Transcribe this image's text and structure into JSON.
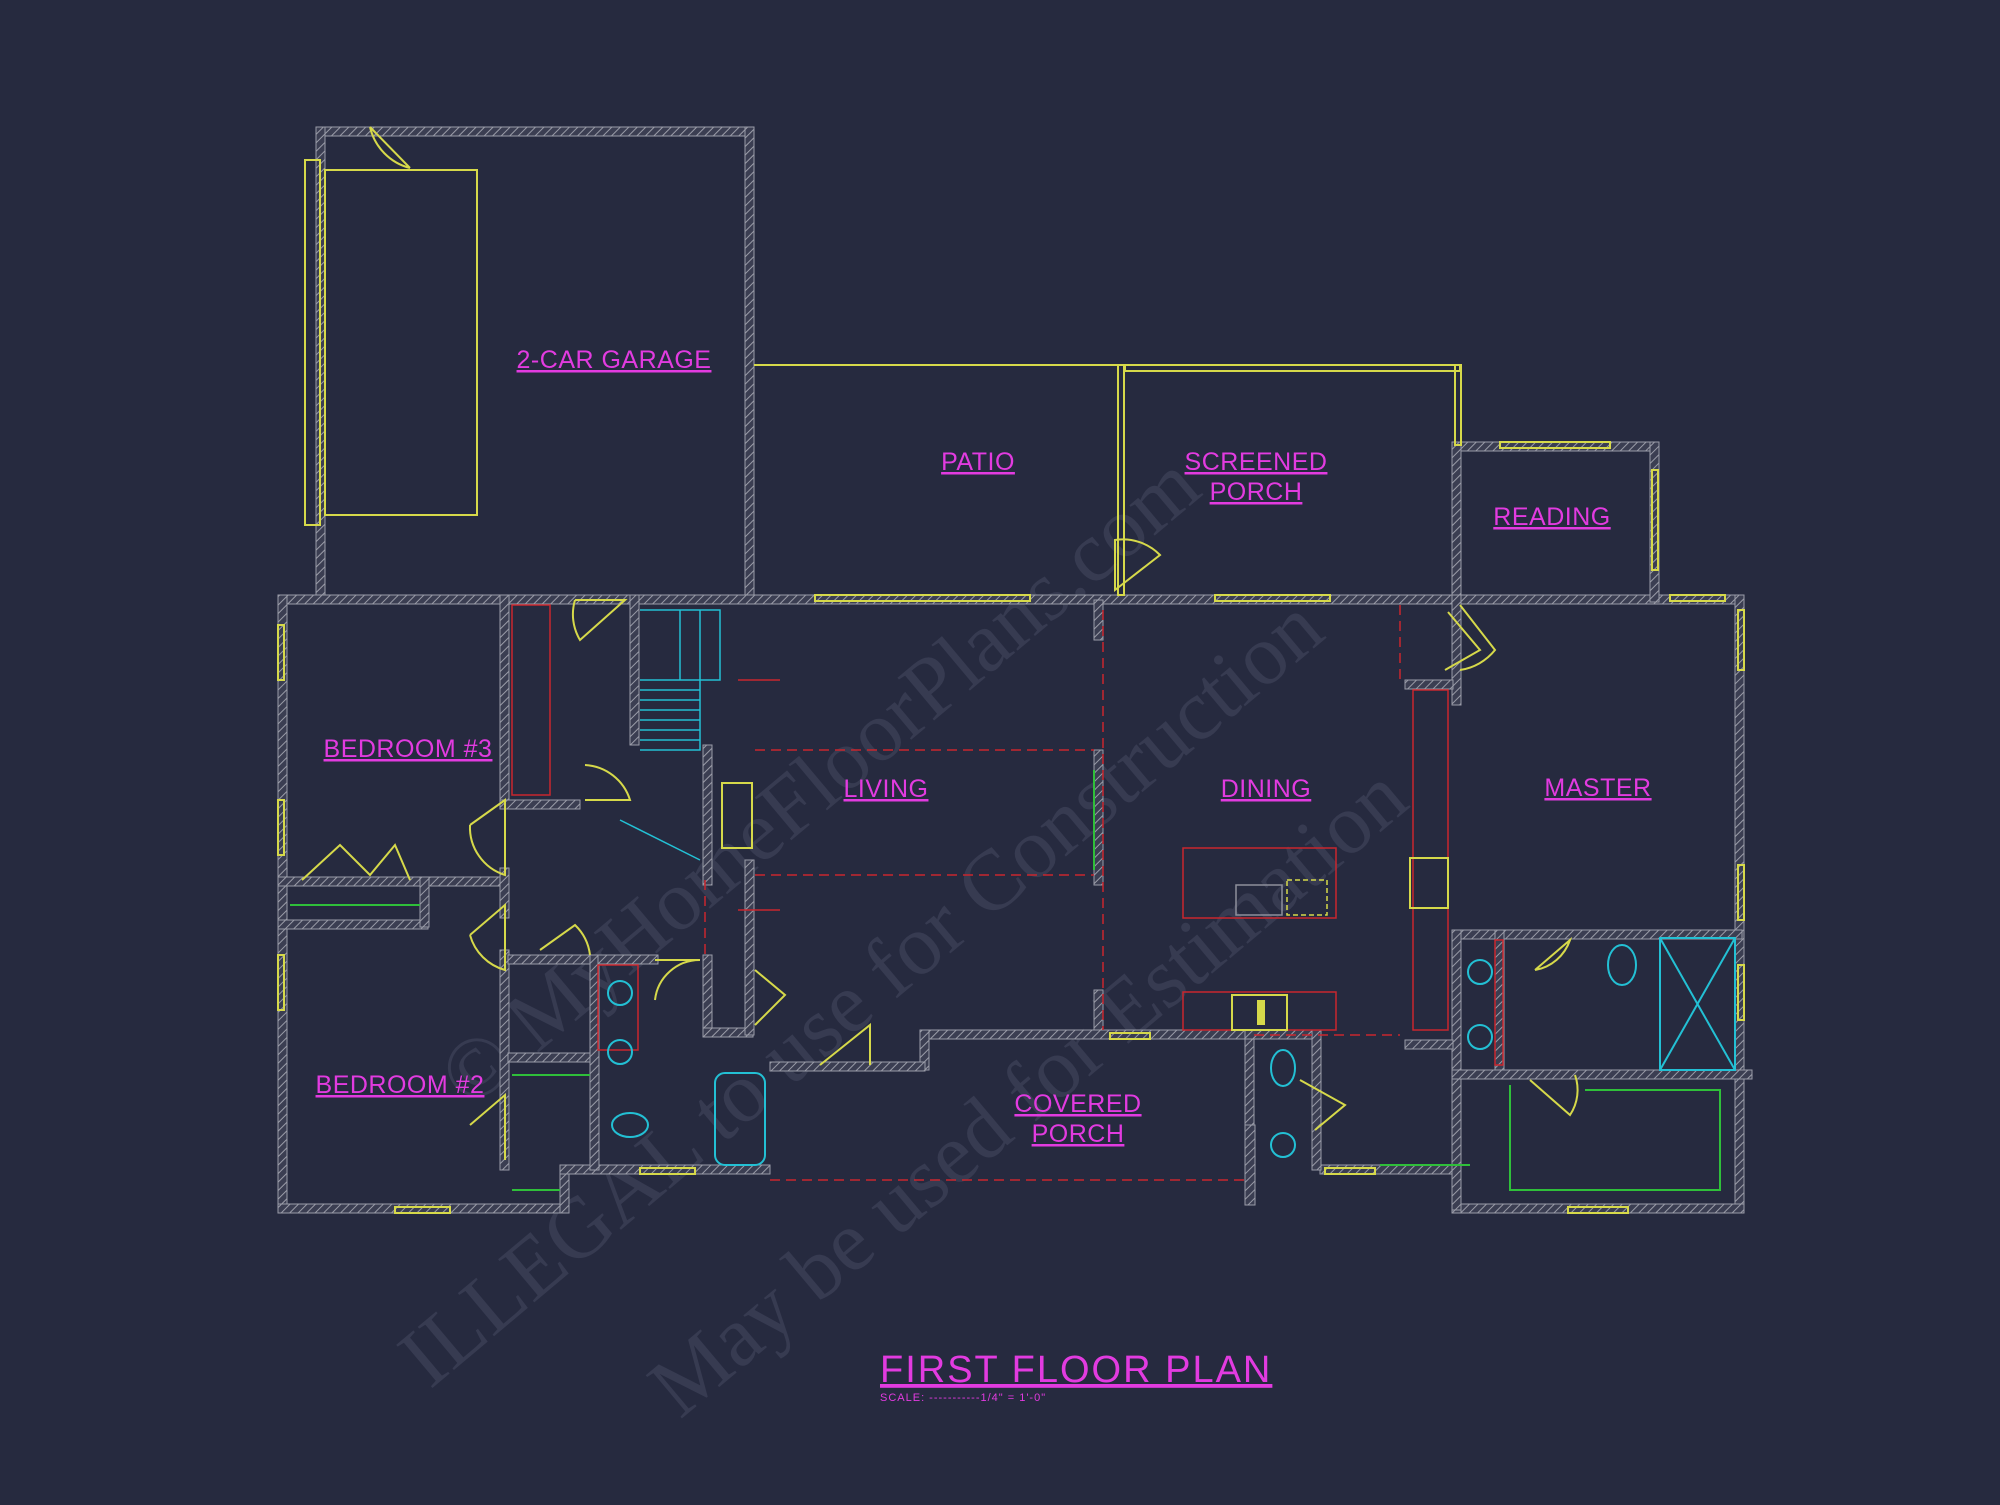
{
  "plan": {
    "title": "FIRST FLOOR PLAN",
    "scale_label": "SCALE:  -----------1/4\" = 1'-0\""
  },
  "rooms": {
    "garage": "2-CAR GARAGE",
    "patio": "PATIO",
    "screened_porch_line1": "SCREENED",
    "screened_porch_line2": "PORCH",
    "reading": "READING",
    "bedroom3": "BEDROOM #3",
    "living": "LIVING",
    "dining": "DINING",
    "master": "MASTER",
    "bedroom2": "BEDROOM #2",
    "covered_porch_line1": "COVERED",
    "covered_porch_line2": "PORCH"
  },
  "watermark": {
    "line1": "© MyHomeFloorPlans.com",
    "line2": "ILLEGAL to use for Construction",
    "line3": "May be used for Estimation"
  },
  "colors": {
    "background": "#262a3f",
    "wall": "#8d8f9c",
    "label": "#e23be0",
    "window": "#d6d94a",
    "fixture": "#23c0d4",
    "cabinet": "#c9262e",
    "green": "#2fbf3a"
  }
}
